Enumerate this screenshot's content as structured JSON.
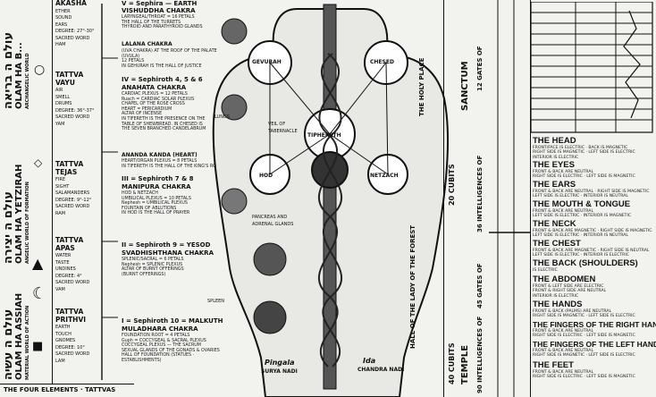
{
  "left_column": {
    "worlds": [
      {
        "hebrew": "עולם ה בריאה",
        "name": "OLAM HA B..."
      },
      {
        "hebrew": "עולם ה יצירה",
        "name": "OLAM HA YETZIRAH"
      },
      {
        "hebrew": "עולם ה עשיה",
        "name": "OLAM HA ASSIAH"
      }
    ],
    "world_sub": [
      "ARCHANGELIC WORLD",
      "ANGELIC WORLD OF FORMATION",
      "MATERIAL WORLD OF ACTION"
    ],
    "tattvas": [
      {
        "title": "AKASHA",
        "lines": [
          "ETHER",
          "SOUND",
          "EARS",
          "DEGREE: 27°-30°",
          "SACRED WORD",
          "HAM"
        ]
      },
      {
        "title": "TATTVA VAYU",
        "lines": [
          "AIR",
          "SMELL",
          "DRUMS",
          "DEGREE: 36°-37°",
          "SACRED WORD",
          "YAM"
        ]
      },
      {
        "title": "TATTVA TEJAS",
        "lines": [
          "FIRE",
          "SIGHT",
          "SALAMANDERS",
          "DEGREE: 9°-12°",
          "SACRED WORD",
          "RAM"
        ]
      },
      {
        "title": "TATTVA APAS",
        "lines": [
          "WATER",
          "TASTE",
          "UNDINES",
          "DEGREE: 4°",
          "SACRED WORD",
          "VAM"
        ]
      },
      {
        "title": "TATTVA PRITHVI",
        "lines": [
          "EARTH",
          "TOUCH",
          "GNOMES",
          "DEGREE: 10°",
          "SACRED WORD",
          "LAM"
        ]
      }
    ],
    "footer": "THE FOUR ELEMENTS · TATTVAS"
  },
  "chakras": [
    {
      "title": "V = Sephira — EARTH",
      "name": "VISHUDDHA CHAKRA",
      "desc": [
        "LARYNGEAL/THROAT = 16 PETALS",
        "THE HALL OF THE TURRETS",
        "THYROID AND PARATHYROID GLANDS"
      ]
    },
    {
      "title": "LALANA CHAKRA",
      "name": "",
      "desc": [
        "(UVA CHAKRA)   AT THE ROOF OF THE PALATE (UVULA)",
        "12 PETALS",
        "IN GEHURAH IS THE HALL OF JUSTICE"
      ]
    },
    {
      "title": "IV = Sephiroth 4, 5 & 6",
      "name": "ANAHATA CHAKRA",
      "desc": [
        "CARDIAC PLEXUS = 12 PETALS",
        "Ruach = CARDIAC SOLAR PLEXUS",
        "CHAPEL OF THE ROSE CROSS",
        "HEART = PERICARDIUM",
        "ALTAR OF INCENSE",
        "IN TIFERETH IS THE PRESENCE ON THE",
        "TABLE OF SHEWBREAD. IN CHESED IS",
        "THE SEVEN BRANCHED CANDELABRUM"
      ]
    },
    {
      "title": "ANANDA KANDA (HEART)",
      "name": "",
      "desc": [
        "HEART/ORGAN PLEXUS = 8 PETALS",
        "IN TIFERETH IS THE HALL OF THE KING'S ROBE"
      ]
    },
    {
      "title": "III = Sephiroth 7 & 8",
      "name": "MANIPURA CHAKRA",
      "desc": [
        "HOD & NETZACH",
        "UMBILICAL PLEXUS = 10 PETALS",
        "Nephesh = UMBILICAL PLEXUS",
        "FOUNTAIN OF ABLUTIONS",
        "IN HOD IS THE HALL OF PRAYER"
      ]
    },
    {
      "title": "II = Sephiroth 9 = YESOD",
      "name": "SVADHISHTHANA CHAKRA",
      "desc": [
        "SPLENIC/SACRAL = 6 PETALS",
        "Nephesh = SPLENIC PLEXUS",
        "ALTAR OF BURNT OFFERINGS",
        "(BURNT OFFERINGS)"
      ]
    },
    {
      "title": "I = Sephiroth 10 = MALKUTH",
      "name": "MULADHARA CHAKRA",
      "desc": [
        "FOUNDATION ROOT = 4 PETALS",
        "Guph = COCCYGEAL & SACRAL PLEXUS",
        "COCCYGEAL PLEXUS — THE SACRUM",
        "SEXUAL GLANDS OF THE GONADS & OVARIES",
        "HALL OF FOUNDATION (STATUES · ESTABLISHMENTS)"
      ]
    }
  ],
  "body_labels": {
    "gevurah": "GEVURAH",
    "chesed": "CHESED",
    "hod": "HOD",
    "netzach": "NETZACH",
    "tiphereth": "TIPHERETH",
    "pingala": "Pingala",
    "surya_nadi": "SURYA NADI",
    "ida": "Ida",
    "chandra_nadi": "CHANDRA NADI",
    "hall_lady": "HALL OF THE LADY OF THE FOREST",
    "holy_place": "THE HOLY PLACE",
    "lungs": "LUNGS",
    "pancreas": "PANCREAS AND ADRENAL GLANDS",
    "veil": "VEIL OF TABERNACLE",
    "spleen": "SPLEEN"
  },
  "measure_columns": {
    "sanctum": "SANCTUM",
    "temple": "TEMPLE",
    "cubits_20": "20 CUBITS",
    "cubits_40": "40 CUBITS",
    "gates_12": "12 GATES OF",
    "intel_36": "36 INTELLIGENCES OF",
    "gates_45": "45 GATES OF",
    "intel_90": "90 INTELLIGENCES OF"
  },
  "body_parts": [
    {
      "title": "THE HEAD",
      "desc": [
        "FRONT/FACE IS ELECTRIC · BACK IS MAGNETIC",
        "RIGHT SIDE IS MAGNETIC · LEFT SIDE IS ELECTRIC",
        "INTERIOR IS ELECTRIC"
      ]
    },
    {
      "title": "THE EYES",
      "desc": [
        "FRONT & BACK ARE NEUTRAL",
        "RIGHT SIDE IS ELECTRIC · LEFT SIDE IS MAGNETIC"
      ]
    },
    {
      "title": "THE EARS",
      "desc": [
        "FRONT & BACK ARE NEUTRAL · RIGHT SIDE IS MAGNETIC",
        "LEFT SIDE IS ELECTRIC · INTERIOR IS NEUTRAL"
      ]
    },
    {
      "title": "THE MOUTH & TONGUE",
      "desc": [
        "FRONT & BACK ARE NEUTRAL",
        "LEFT SIDE IS ELECTRIC · INTERIOR IS MAGNETIC"
      ]
    },
    {
      "title": "THE NECK",
      "desc": [
        "FRONT & BACK ARE MAGNETIC · RIGHT SIDE IS MAGNETIC",
        "LEFT SIDE IS ELECTRIC · INTERIOR IS NEUTRAL"
      ]
    },
    {
      "title": "THE CHEST",
      "desc": [
        "FRONT & BACK ARE MAGNETIC · RIGHT SIDE IS NEUTRAL",
        "LEFT SIDE IS ELECTRIC · INTERIOR IS ELECTRIC"
      ]
    },
    {
      "title": "THE BACK (SHOULDERS)",
      "desc": [
        "IS ELECTRIC"
      ]
    },
    {
      "title": "THE ABDOMEN",
      "desc": [
        "FRONT & LEFT SIDE ARE ELECTRIC",
        "FRONT & RIGHT SIDE ARE NEUTRAL",
        "INTERIOR IS ELECTRIC"
      ]
    },
    {
      "title": "THE HANDS",
      "desc": [
        "FRONT & BACK (PALMS) ARE NEUTRAL",
        "RIGHT SIDE IS MAGNETIC · LEFT SIDE IS ELECTRIC"
      ]
    },
    {
      "title": "THE FINGERS OF THE RIGHT HAND",
      "desc": [
        "FRONT & BACK ARE NEUTRAL",
        "RIGHT SIDE IS ELECTRIC · LEFT SIDE IS MAGNETIC"
      ]
    },
    {
      "title": "THE FINGERS OF THE LEFT HAND",
      "desc": [
        "FRONT & BACK ARE NEUTRAL",
        "RIGHT SIDE IS MAGNETIC · LEFT SIDE IS ELECTRIC"
      ]
    },
    {
      "title": "THE FEET",
      "desc": [
        "FRONT & BACK ARE NEUTRAL",
        "RIGHT SIDE IS ELECTRIC · LEFT SIDE IS MAGNETIC"
      ]
    }
  ]
}
